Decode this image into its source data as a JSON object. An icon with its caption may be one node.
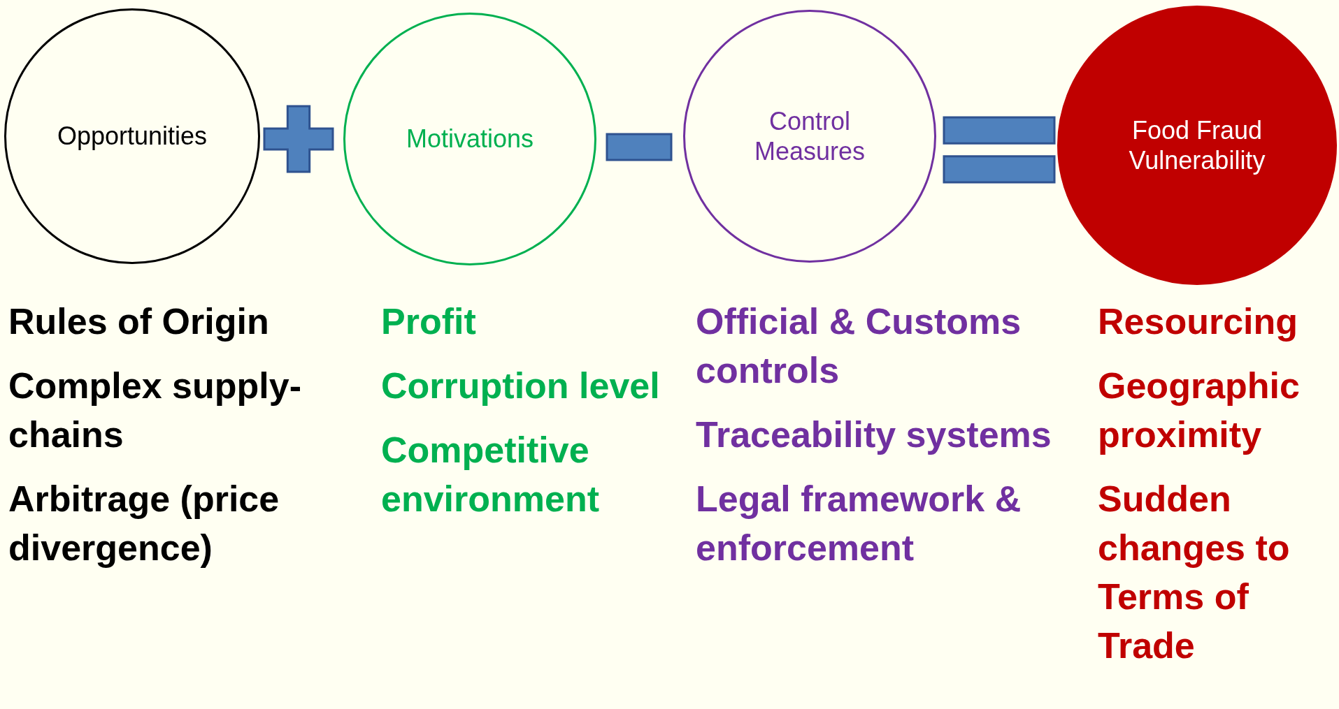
{
  "diagram": {
    "nodes": [
      {
        "text": [
          "Opportunities"
        ],
        "beside": [
          "Rules of Origin",
          "Complex supply-chains",
          "Arbitrage (price divergence)"
        ]
      },
      {
        "text": [
          "Motivations"
        ],
        "beside": [
          "Profit",
          "Corruption level",
          "Competitive environment"
        ]
      },
      {
        "text": [
          "Control Measures"
        ],
        "beside": [
          "Official & Customs controls",
          "Traceability systems",
          "Legal framework & enforcement"
        ]
      },
      {
        "text": [
          "Food Fraud Vulnerability"
        ],
        "beside": [
          "Resourcing",
          "Geographic proximity",
          "Sudden changes to Terms of Trade"
        ]
      }
    ]
  }
}
